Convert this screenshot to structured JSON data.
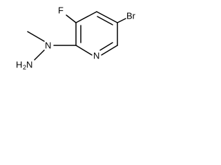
{
  "atoms": {
    "fluorine": "F",
    "bromine": "Br",
    "ring_nitrogen": "N",
    "hydrazine_nitrogen": "N",
    "amine_main": "H",
    "amine_subscript": "2",
    "amine_nitrogen": "N"
  },
  "colors": {
    "bond": "#000000",
    "text": "#000000",
    "background": "#ffffff"
  }
}
